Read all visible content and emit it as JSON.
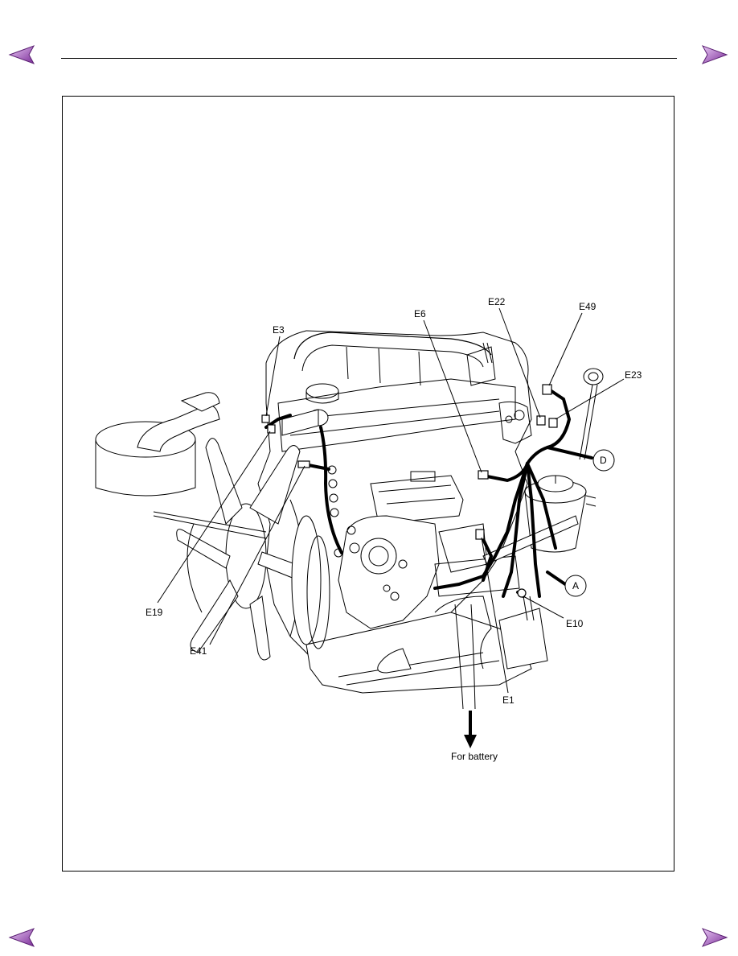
{
  "navigation": {
    "previous_icon": "left-arrow-icon",
    "next_icon": "right-arrow-icon",
    "arrow_color": "#8b3fa8"
  },
  "figure": {
    "connectors": [
      "E3",
      "E6",
      "E22",
      "E49",
      "E23",
      "E19",
      "E41",
      "E10",
      "E1"
    ],
    "circle_labels": [
      "D",
      "A"
    ],
    "battery_label": "For battery"
  }
}
